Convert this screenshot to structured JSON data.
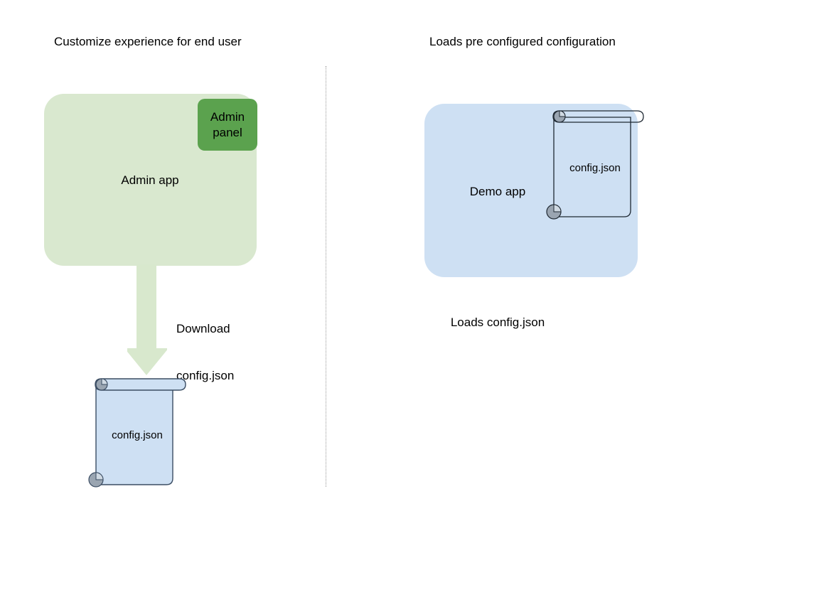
{
  "diagram": {
    "background_color": "#ffffff",
    "columns": [
      {
        "title": "Customize experience for end user",
        "panel": {
          "label": "Admin app",
          "color": "#d9e8cf",
          "badge": {
            "label": "Admin\npanel",
            "line1": "Admin",
            "line2": "panel",
            "color": "#5ba24e"
          }
        },
        "arrow": {
          "label_line1": "Download",
          "label_line2": "config.json",
          "color": "#d8e8cd",
          "direction": "down"
        },
        "document": {
          "label": "config.json",
          "fill": "#cee0f3",
          "stroke": "#3b4d63",
          "roll_color": "#9aa5b1"
        }
      },
      {
        "title": "Loads pre configured configuration",
        "panel": {
          "label": "Demo app",
          "color": "#cee0f3"
        },
        "document": {
          "label": "config.json",
          "fill": "none",
          "stroke": "#1f2933",
          "roll_color": "#9aa5b1"
        },
        "caption": "Loads config.json"
      }
    ],
    "divider": {
      "style": "dotted",
      "color": "#9a9a9a"
    }
  }
}
